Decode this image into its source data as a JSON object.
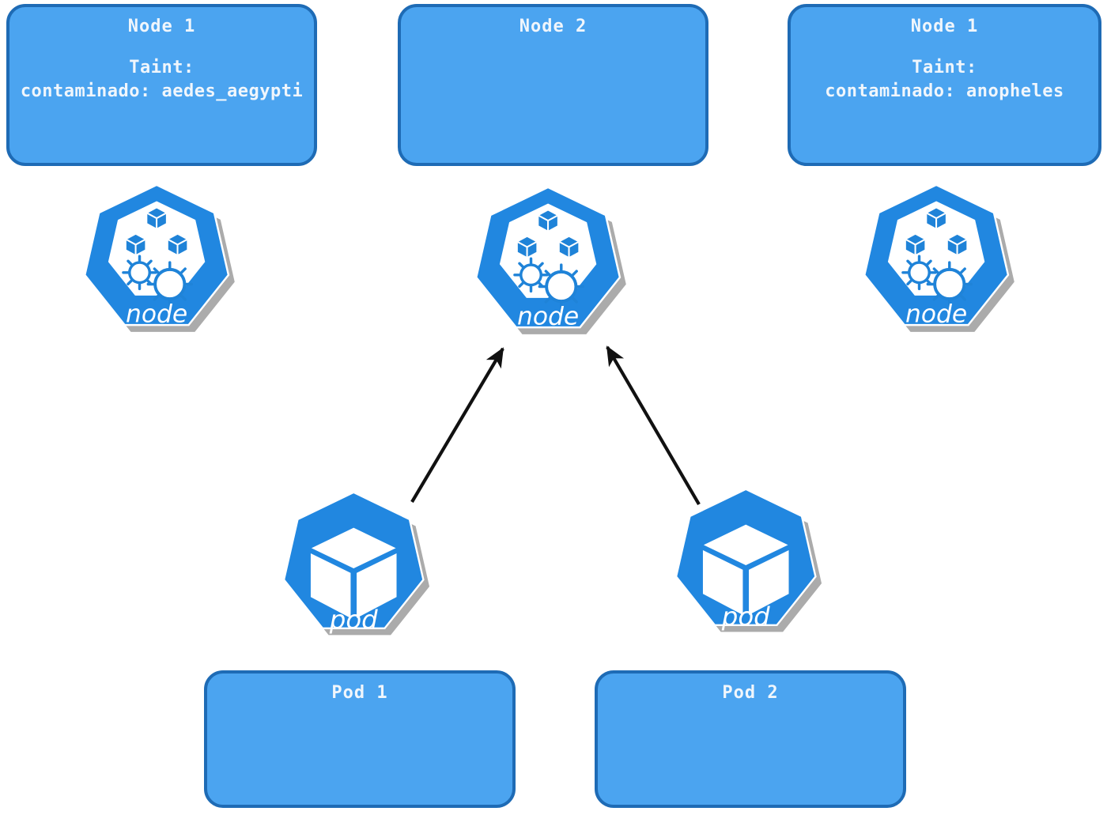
{
  "colors": {
    "canvas_bg": "#ffffff",
    "box_fill": "#4BA4F0",
    "box_border": "#1E6BB5",
    "box_text": "#F0F6FC",
    "heptagon_blue": "#2187E0",
    "icon_detail_blue": "#1F83D8",
    "icon_shadow": "#ABABAB",
    "arrow_black": "#111111"
  },
  "node_boxes": [
    {
      "title": "Node 1",
      "taint_label": "Taint:",
      "taint_value": "contaminado: aedes_aegypti"
    },
    {
      "title": "Node 2",
      "taint_label": "",
      "taint_value": ""
    },
    {
      "title": "Node 1",
      "taint_label": "Taint:",
      "taint_value": "contaminado: anopheles"
    }
  ],
  "pod_boxes": [
    {
      "title": "Pod 1"
    },
    {
      "title": "Pod 2"
    }
  ],
  "icon_labels": {
    "node": "node",
    "pod": "pod"
  }
}
